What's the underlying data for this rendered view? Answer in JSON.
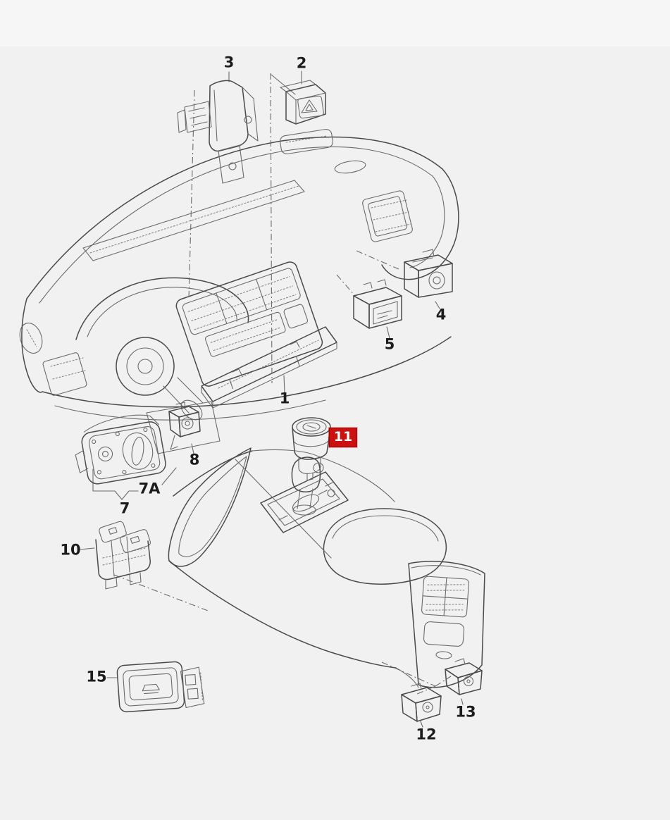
{
  "canvas": {
    "background": "#f1f1f1",
    "top_band": "#f6f6f6"
  },
  "colors": {
    "line": "#4a4a4a",
    "label_text": "#1c1c1c",
    "highlight_bg": "#cc1111",
    "highlight_text": "#ffffff"
  },
  "parts": {
    "p1": {
      "label": "1",
      "highlighted": false
    },
    "p2": {
      "label": "2",
      "highlighted": false
    },
    "p3": {
      "label": "3",
      "highlighted": false
    },
    "p4": {
      "label": "4",
      "highlighted": false
    },
    "p5": {
      "label": "5",
      "highlighted": false
    },
    "p7": {
      "label": "7",
      "highlighted": false
    },
    "p7a": {
      "label": "7A",
      "highlighted": false
    },
    "p8": {
      "label": "8",
      "highlighted": false
    },
    "p10": {
      "label": "10",
      "highlighted": false
    },
    "p11": {
      "label": "11",
      "highlighted": true
    },
    "p12": {
      "label": "12",
      "highlighted": false
    },
    "p13": {
      "label": "13",
      "highlighted": false
    },
    "p15": {
      "label": "15",
      "highlighted": false
    }
  }
}
